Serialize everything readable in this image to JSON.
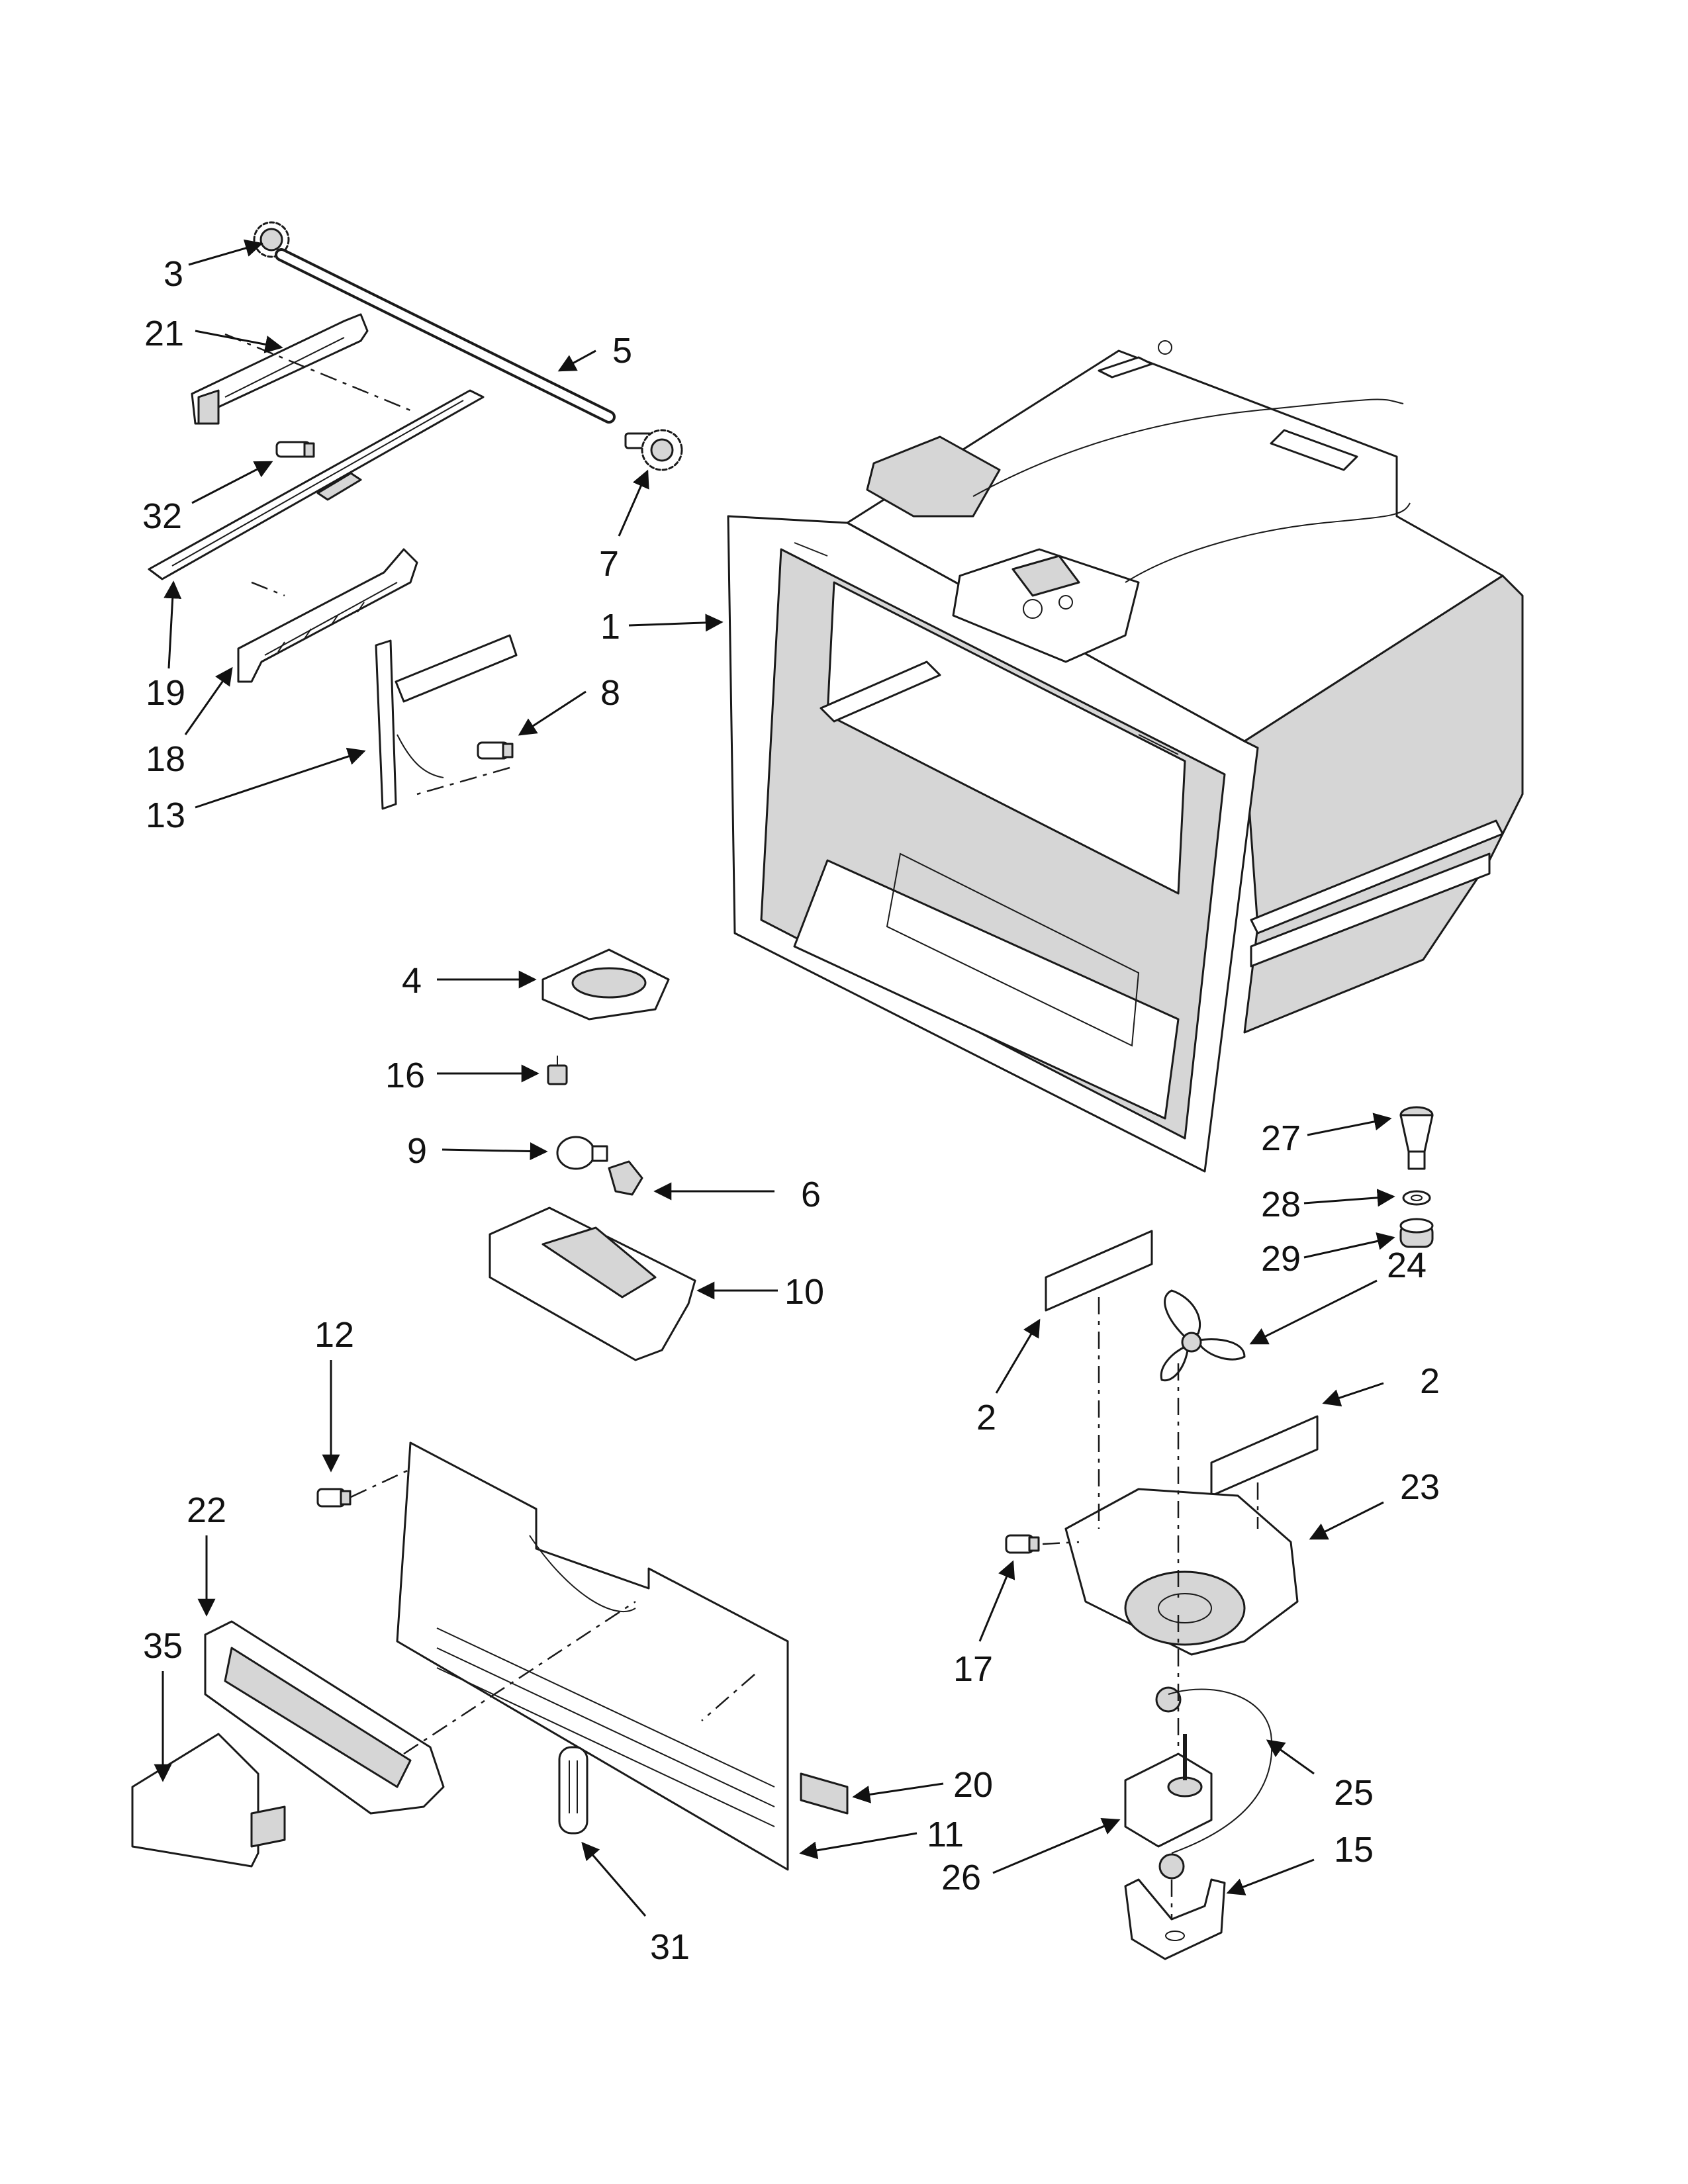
{
  "callouts": [
    {
      "id": "c3",
      "text": "3"
    },
    {
      "id": "c21",
      "text": "21"
    },
    {
      "id": "c5",
      "text": "5"
    },
    {
      "id": "c32",
      "text": "32"
    },
    {
      "id": "c7",
      "text": "7"
    },
    {
      "id": "c19",
      "text": "19"
    },
    {
      "id": "c1",
      "text": "1"
    },
    {
      "id": "c18",
      "text": "18"
    },
    {
      "id": "c8",
      "text": "8"
    },
    {
      "id": "c13",
      "text": "13"
    },
    {
      "id": "c4",
      "text": "4"
    },
    {
      "id": "c16",
      "text": "16"
    },
    {
      "id": "c27",
      "text": "27"
    },
    {
      "id": "c9",
      "text": "9"
    },
    {
      "id": "c28",
      "text": "28"
    },
    {
      "id": "c6",
      "text": "6"
    },
    {
      "id": "c29",
      "text": "29"
    },
    {
      "id": "c10",
      "text": "10"
    },
    {
      "id": "c24",
      "text": "24"
    },
    {
      "id": "c12",
      "text": "12"
    },
    {
      "id": "c2a",
      "text": "2"
    },
    {
      "id": "c2b",
      "text": "2"
    },
    {
      "id": "c23",
      "text": "23"
    },
    {
      "id": "c22",
      "text": "22"
    },
    {
      "id": "c35",
      "text": "35"
    },
    {
      "id": "c17",
      "text": "17"
    },
    {
      "id": "c20",
      "text": "20"
    },
    {
      "id": "c25",
      "text": "25"
    },
    {
      "id": "c11",
      "text": "11"
    },
    {
      "id": "c26",
      "text": "26"
    },
    {
      "id": "c15",
      "text": "15"
    },
    {
      "id": "c31",
      "text": "31"
    }
  ]
}
